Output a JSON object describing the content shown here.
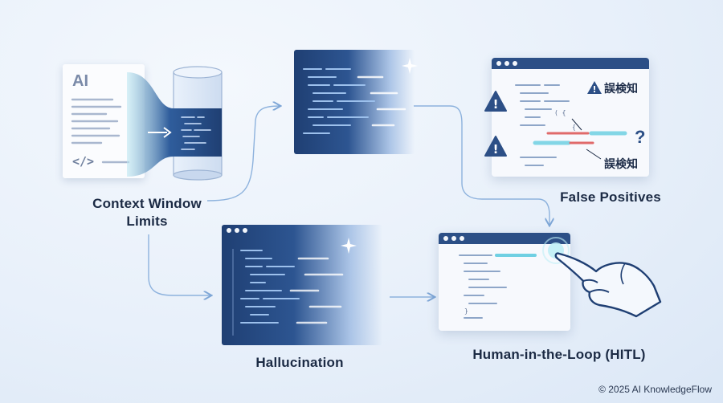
{
  "labels": {
    "context_window": [
      "Context Window",
      "Limits"
    ],
    "hallucination": "Hallucination",
    "false_positives": "False Positives",
    "hitl": "Human-in-the-Loop (HITL)"
  },
  "document_icon": {
    "ai": "AI",
    "code": "</>"
  },
  "false_positive_tags": [
    "誤検知",
    "誤検知"
  ],
  "question_mark": "?",
  "warning_glyph": "!",
  "footer": "© 2025 AI KnowledgeFlow",
  "icons": [
    "document-icon",
    "cylinder-icon",
    "warning-icon",
    "hand-pointer-icon",
    "sparkle-icon",
    "arrow-icon"
  ],
  "colors": {
    "dark_blue": "#1f3f73",
    "accent_cyan": "#5fd3e6",
    "warning_red": "#e06a6a",
    "text": "#1b2a44"
  }
}
